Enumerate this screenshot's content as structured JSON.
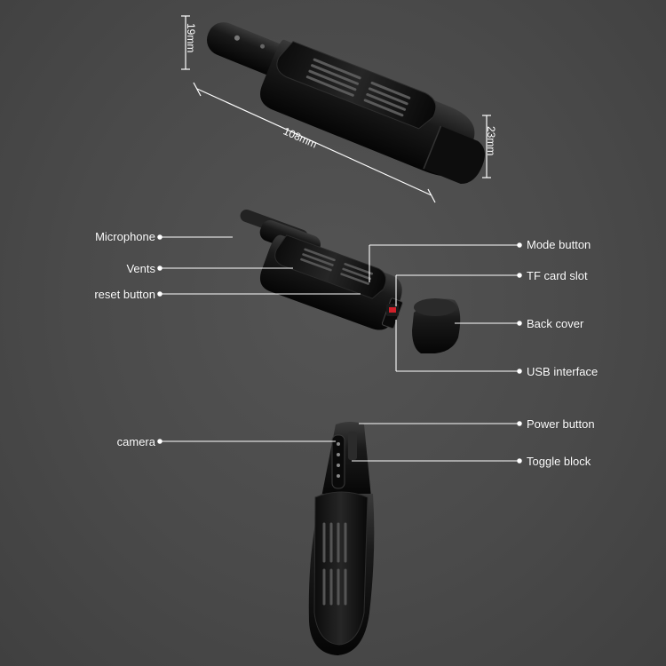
{
  "dimensions": {
    "height_top": "19mm",
    "length": "108mm",
    "height_body": "23mm"
  },
  "labels": {
    "microphone": "Microphone",
    "vents": "Vents",
    "reset_button": "reset button",
    "mode_button": "Mode button",
    "tf_card_slot": "TF card slot",
    "back_cover": "Back cover",
    "usb_interface": "USB interface",
    "power_button": "Power button",
    "camera": "camera",
    "toggle_block": "Toggle block"
  },
  "colors": {
    "background": "#4a4a4a",
    "device": "#111111",
    "lines": "#ffffff",
    "led": "#d0202a"
  }
}
